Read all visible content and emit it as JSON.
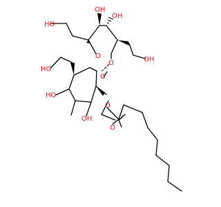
{
  "labels": {
    "oh_top_left": "HO",
    "oh_top_right_1": "OH",
    "oh_top_right_2": "OH",
    "furanose_ring_o": "O",
    "glycosidic_o": "O",
    "oh_mid_right": "OH",
    "pyranose_ring_o": "O",
    "oh_left": "HO",
    "oh_bottom_left": "HO",
    "oh_bottom_mid": "OH",
    "ester_o": "O",
    "carbonyl_o": "O"
  },
  "colors": {
    "bond": "#000000",
    "oxygen": "#ff0d0d",
    "background": "#ffffff"
  }
}
